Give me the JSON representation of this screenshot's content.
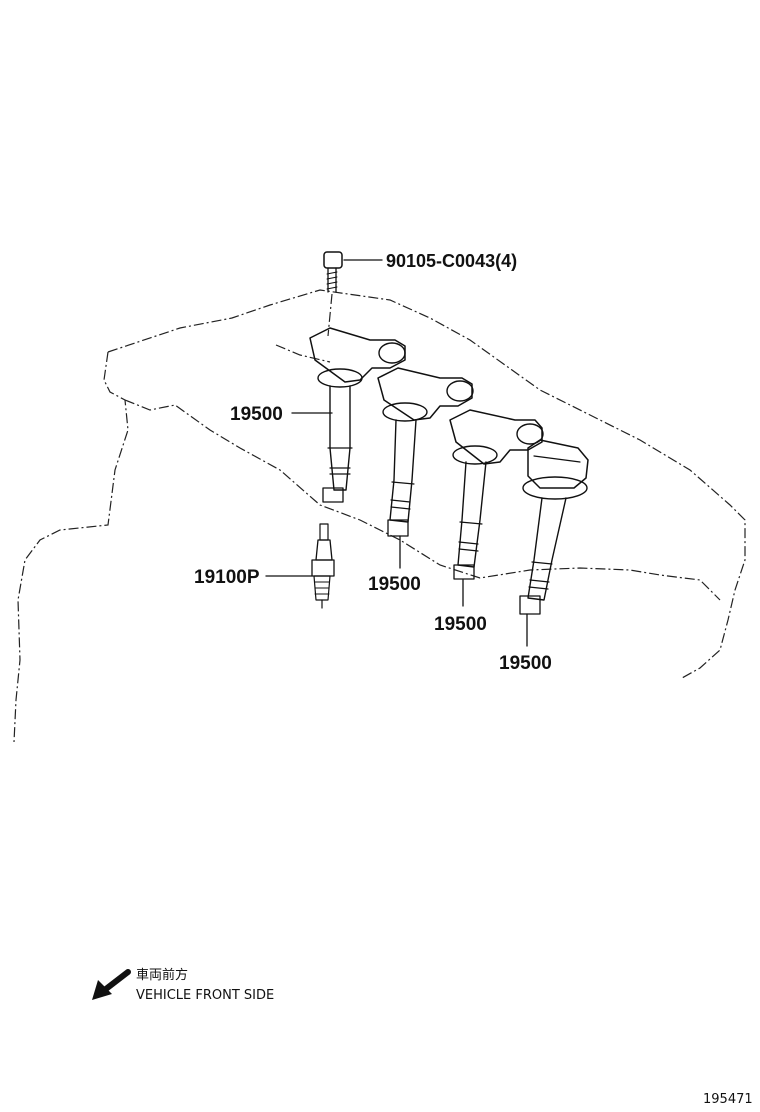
{
  "callouts": {
    "bolt": "90105-C0043(4)",
    "coil_1": "19500",
    "coil_2": "19500",
    "coil_3": "19500",
    "coil_4": "19500",
    "spark_plug": "19100P"
  },
  "orientation": {
    "japanese": "車両前方",
    "english": "VEHICLE FRONT SIDE"
  },
  "figure_number": "195471"
}
